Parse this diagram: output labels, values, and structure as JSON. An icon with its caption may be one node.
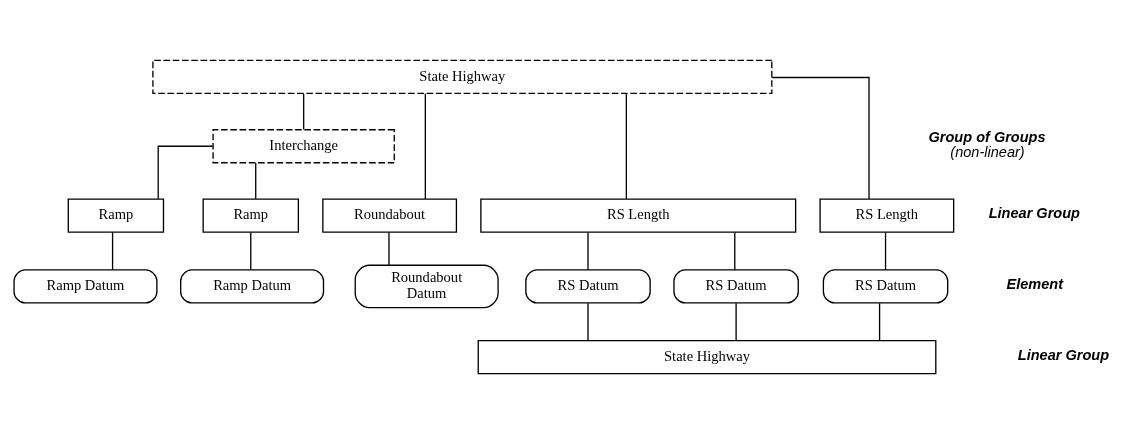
{
  "diagram": {
    "nodes": [
      {
        "text": [
          "State Highway"
        ]
      },
      {
        "text": [
          "Interchange"
        ]
      },
      {
        "text": [
          "RS Length"
        ]
      },
      {
        "text": [
          "RS Length"
        ]
      },
      {
        "text": [
          "Ramp"
        ]
      },
      {
        "text": [
          "Ramp"
        ]
      },
      {
        "text": [
          "Roundabout"
        ]
      },
      {
        "text": [
          "RS Datum"
        ]
      },
      {
        "text": [
          "RS Datum"
        ]
      },
      {
        "text": [
          "RS Datum"
        ]
      },
      {
        "text": [
          "Ramp Datum"
        ]
      },
      {
        "text": [
          "Ramp Datum"
        ]
      },
      {
        "text": [
          "Roundabout Datum"
        ]
      },
      {
        "text": [
          "State Highway"
        ]
      }
    ],
    "edges": [
      {
        "from": 0,
        "to": 2,
        "arrow": "none"
      },
      {
        "from": 0,
        "to": 3,
        "arrow": "none"
      },
      {
        "from": 0,
        "to": 1,
        "arrow": "none"
      },
      {
        "from": 0,
        "to": 6,
        "arrow": "none"
      },
      {
        "from": 1,
        "to": 4,
        "arrow": "none"
      },
      {
        "from": 1,
        "to": 5,
        "arrow": "none"
      },
      {
        "from": 2,
        "to": 7,
        "arrow": "none"
      },
      {
        "from": 2,
        "to": 8,
        "arrow": "none"
      },
      {
        "from": 3,
        "to": 9,
        "arrow": "none"
      },
      {
        "from": 4,
        "to": 10,
        "arrow": "none"
      },
      {
        "from": 5,
        "to": 11,
        "arrow": "none"
      },
      {
        "from": 6,
        "to": 12,
        "arrow": "none"
      },
      {
        "from": 7,
        "to": 13,
        "arrow": "none"
      },
      {
        "from": 8,
        "to": 13,
        "arrow": "none"
      },
      {
        "from": 9,
        "to": 13,
        "arrow": "none"
      }
    ],
    "labels": [
      "Group of Groups",
      "(non-linear)",
      "Linear Group",
      "Element",
      "Linear Group"
    ]
  }
}
